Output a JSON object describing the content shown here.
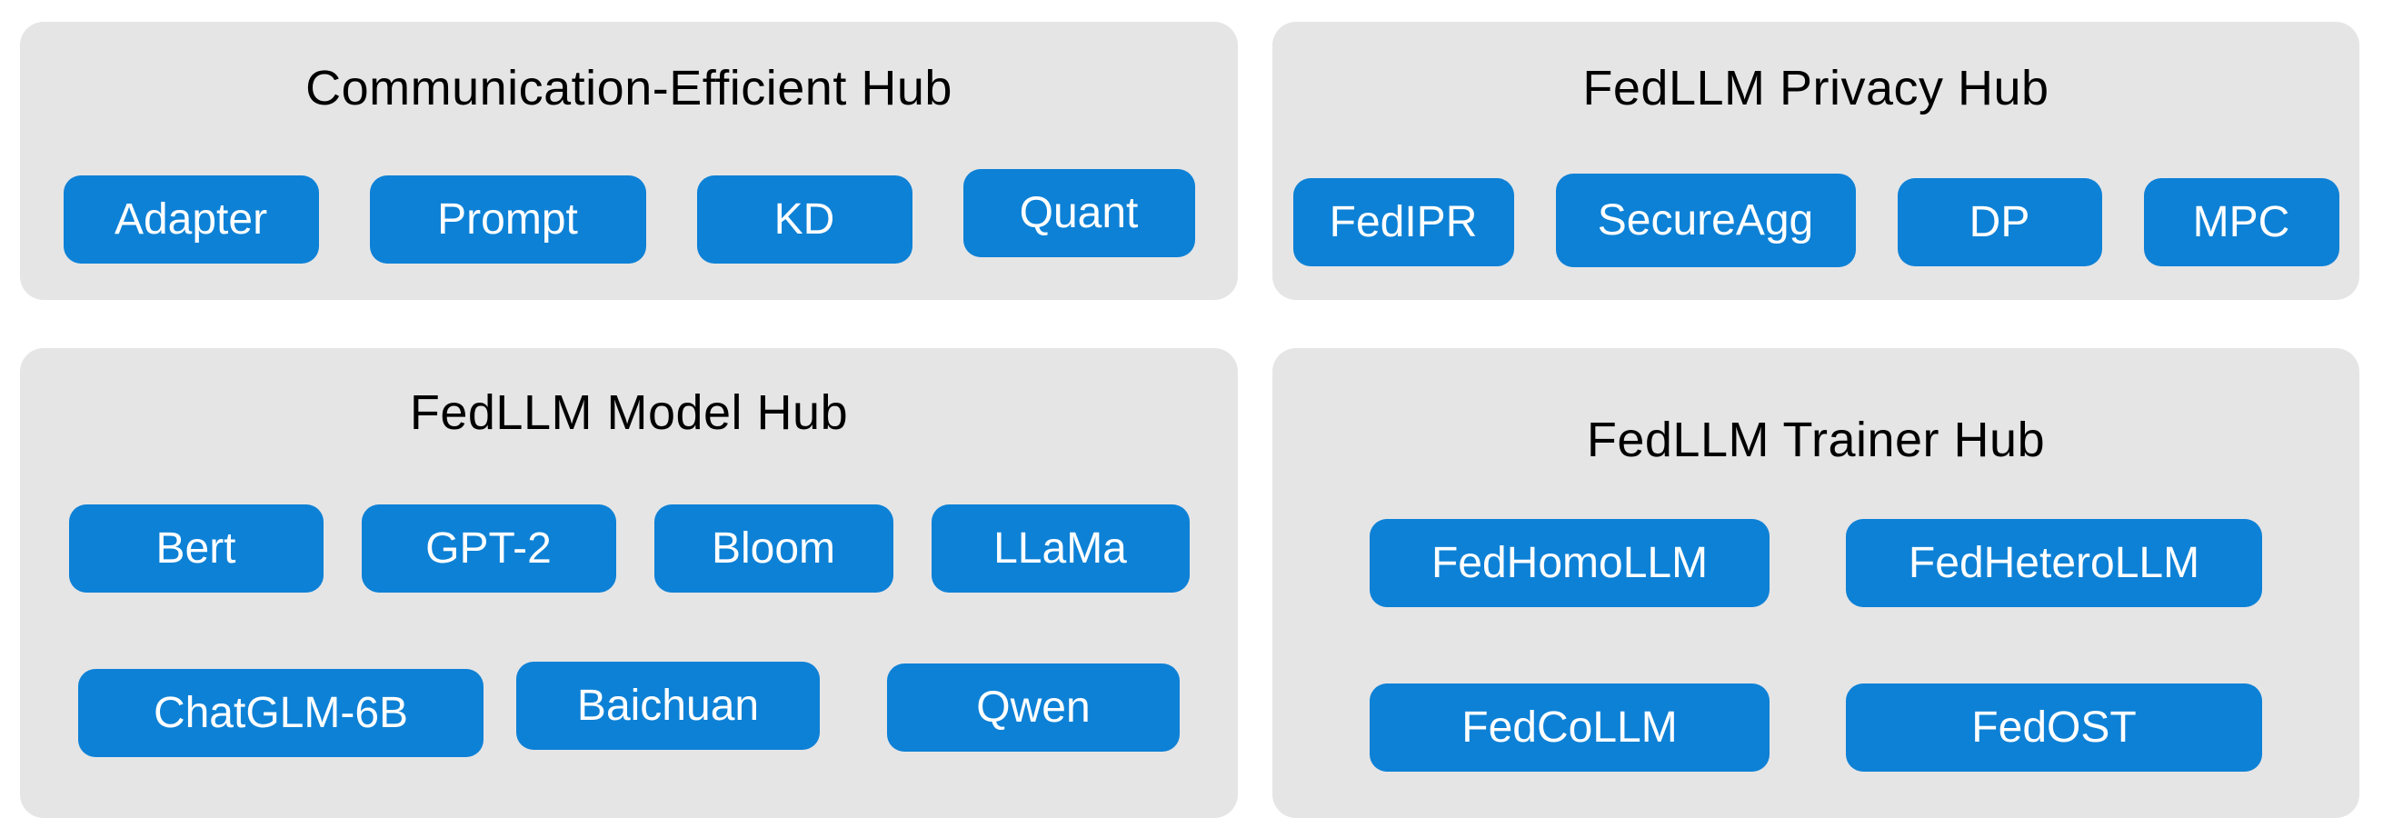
{
  "panels": {
    "comm": {
      "title": "Communication-Efficient Hub",
      "items": [
        "Adapter",
        "Prompt",
        "KD",
        "Quant"
      ]
    },
    "privacy": {
      "title": "FedLLM Privacy Hub",
      "items": [
        "FedIPR",
        "SecureAgg",
        "DP",
        "MPC"
      ]
    },
    "model": {
      "title": "FedLLM Model Hub",
      "rows": [
        [
          "Bert",
          "GPT-2",
          "Bloom",
          "LLaMa"
        ],
        [
          "ChatGLM-6B",
          "Baichuan",
          "Qwen"
        ]
      ]
    },
    "trainer": {
      "title": "FedLLM Trainer Hub",
      "rows": [
        [
          "FedHomoLLM",
          "FedHeteroLLM"
        ],
        [
          "FedCoLLM",
          "FedOST"
        ]
      ]
    }
  },
  "colors": {
    "chip_blue": "#0d81d6",
    "panel_gray": "#e5e5e6",
    "text_on_chip": "#ffffff",
    "title_text": "#000000",
    "background": "#ffffff"
  }
}
